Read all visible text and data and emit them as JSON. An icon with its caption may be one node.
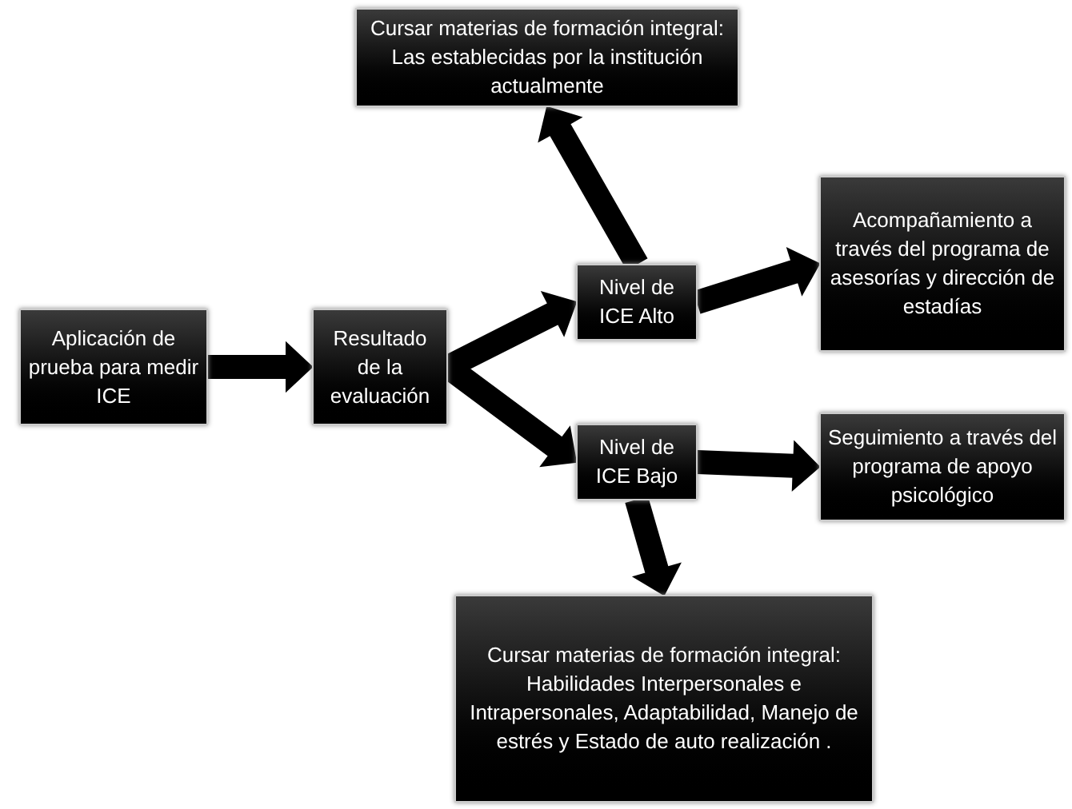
{
  "diagram": {
    "nodes": [
      {
        "text": [
          "Aplicación de prueba para medir ICE"
        ]
      },
      {
        "text": [
          "Resultado de la evaluación"
        ]
      },
      {
        "text": [
          "Nivel de ICE Alto"
        ]
      },
      {
        "text": [
          "Nivel de ICE Bajo"
        ]
      },
      {
        "text": [
          "Cursar materias de formación integral: Las establecidas por la institución actualmente"
        ]
      },
      {
        "text": [
          "Acompañamiento a través del programa de asesorías y dirección de estadías"
        ]
      },
      {
        "text": [
          "Seguimiento a través del programa de apoyo psicológico"
        ]
      },
      {
        "text": [
          "Cursar materias de formación integral: Habilidades Interpersonales e Intrapersonales, Adaptabilidad, Manejo de estrés y Estado de auto realización ."
        ]
      }
    ],
    "edges": [
      {
        "from": 0,
        "to": 1,
        "arrow": "to"
      },
      {
        "from": 1,
        "to": 2,
        "arrow": "to"
      },
      {
        "from": 1,
        "to": 3,
        "arrow": "to"
      },
      {
        "from": 2,
        "to": 4,
        "arrow": "to"
      },
      {
        "from": 2,
        "to": 5,
        "arrow": "to"
      },
      {
        "from": 3,
        "to": 6,
        "arrow": "to"
      },
      {
        "from": 3,
        "to": 7,
        "arrow": "to"
      }
    ]
  }
}
